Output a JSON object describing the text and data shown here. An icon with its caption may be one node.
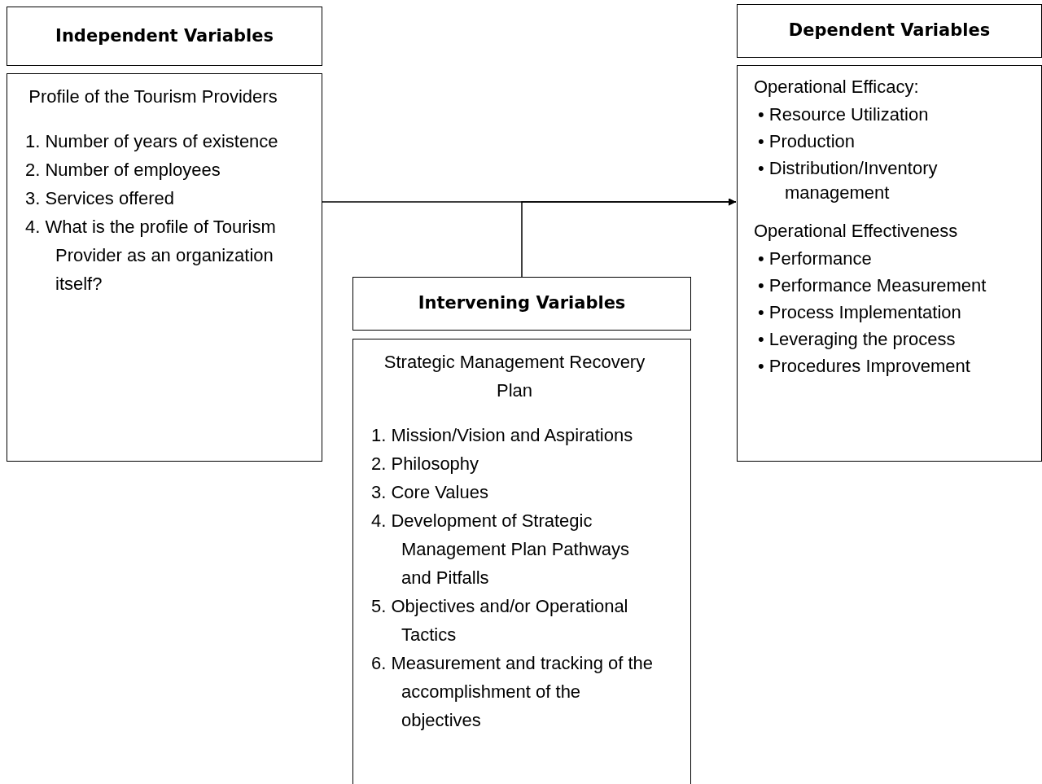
{
  "diagram": {
    "nodes": [
      {
        "text": [
          "Independent Variables"
        ]
      },
      {
        "text": [
          "Profile of the Tourism Providers",
          "1. Number of years of existence",
          "2. Number of employees",
          "3. Services offered",
          "4. What is the profile of Tourism Provider as an organization itself?"
        ]
      },
      {
        "text": [
          "Dependent Variables"
        ]
      },
      {
        "text": [
          "Operational Efficacy:",
          "• Resource Utilization",
          "• Production",
          "• Distribution/Inventory management",
          "Operational Effectiveness",
          "• Performance",
          "• Performance Measurement",
          "• Process Implementation",
          "• Leveraging the process",
          "• Procedures Improvement"
        ]
      },
      {
        "text": [
          "Intervening Variables"
        ]
      },
      {
        "text": [
          "Strategic Management Recovery Plan",
          "1. Mission/Vision and Aspirations",
          "2. Philosophy",
          "3. Core Values",
          "4. Development of Strategic Management Plan Pathways and Pitfalls",
          "5. Objectives and/or Operational Tactics",
          "6. Measurement and tracking of the accomplishment of the objectives"
        ]
      }
    ],
    "edges": [
      {
        "from": 1,
        "to": 3,
        "arrow": "to"
      },
      {
        "from": 4,
        "to": 3,
        "arrow": "to"
      }
    ]
  }
}
